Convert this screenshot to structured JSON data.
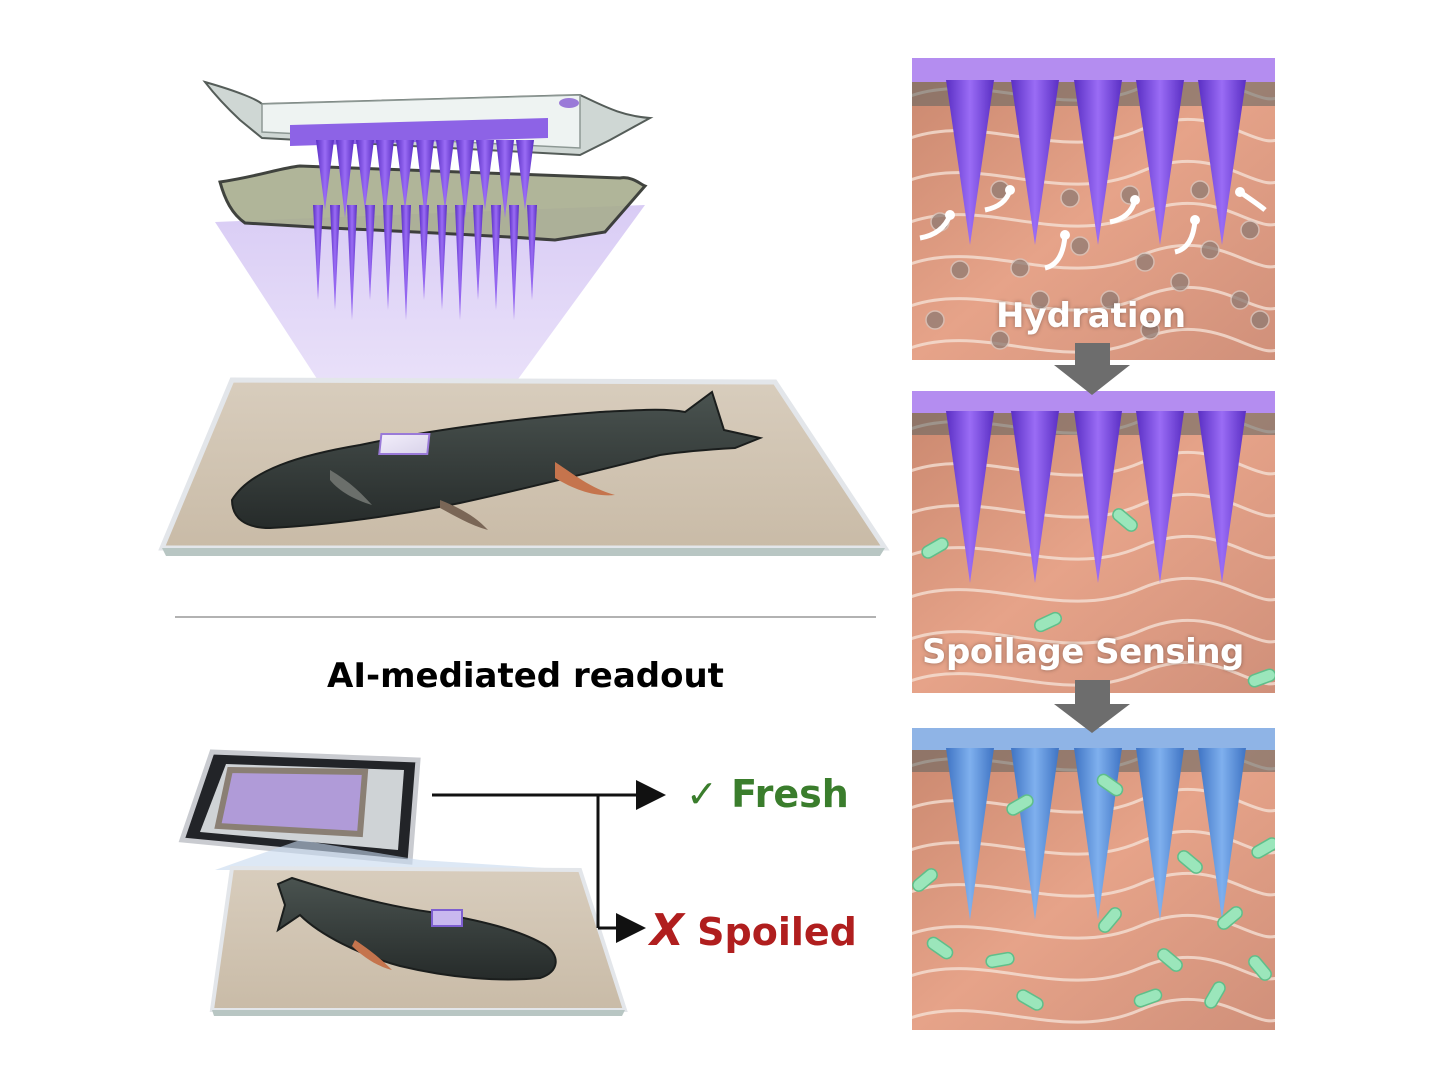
{
  "readout": {
    "title": "AI-mediated readout",
    "fresh_mark": "✓",
    "fresh_label": "Fresh",
    "spoiled_mark": "X",
    "spoiled_label": "Spoiled"
  },
  "panels": [
    {
      "label": "Hydration"
    },
    {
      "label": "Spoilage Sensing"
    },
    {
      "label": ""
    }
  ],
  "colors": {
    "fresh": "#3a7d2c",
    "spoiled": "#b01e1e",
    "microneedle_purple": "#7b4fe0",
    "microneedle_blue": "#5b8fd6",
    "fish_flesh": "#e8a58c",
    "bacteria": "#8fe0b0",
    "process_arrow": "#6d6d6d"
  }
}
